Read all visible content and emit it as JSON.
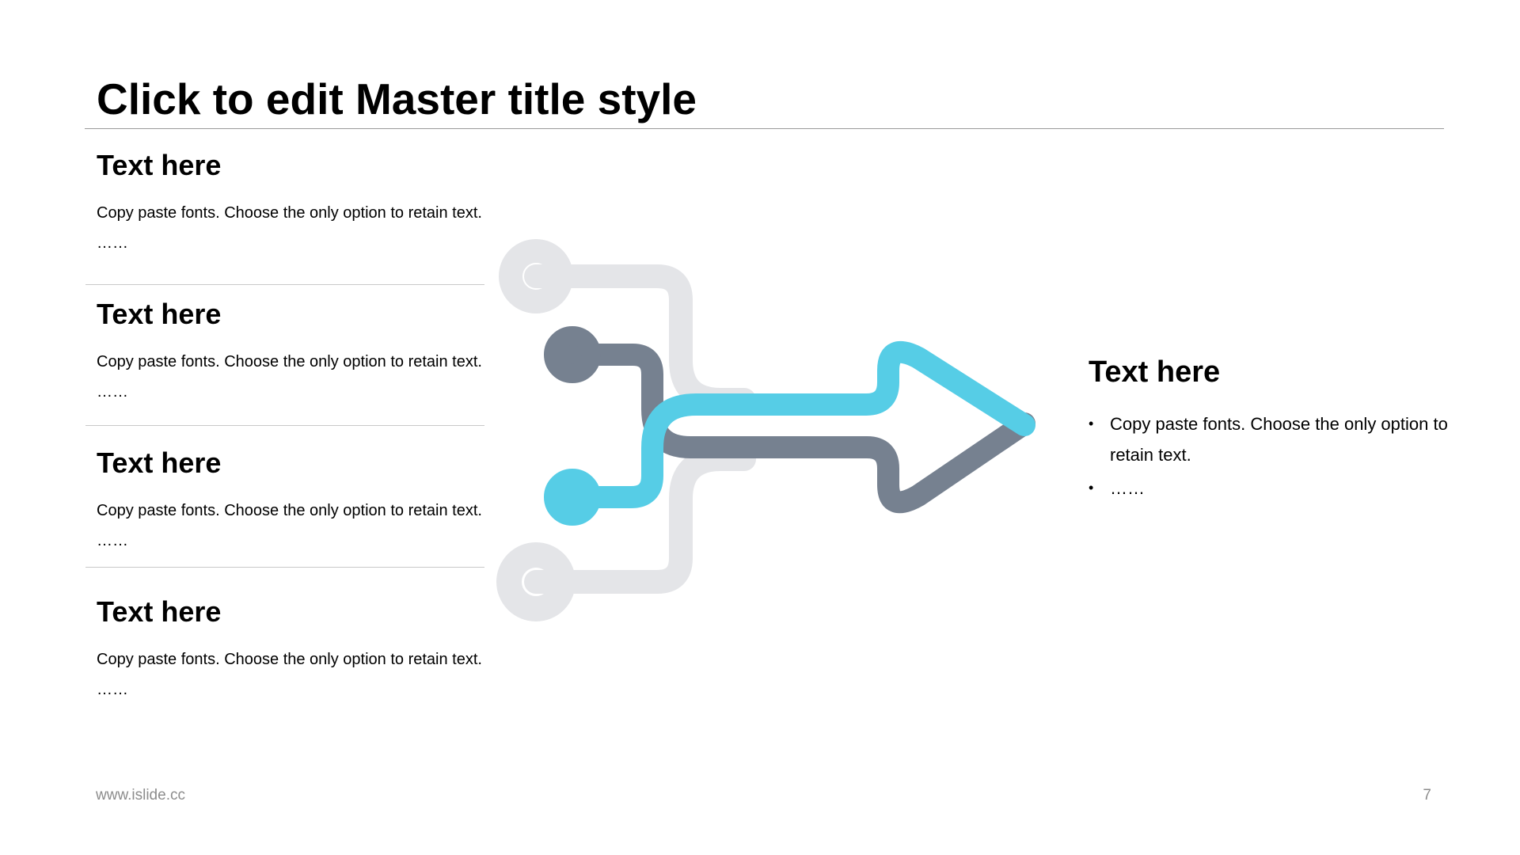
{
  "slide": {
    "title": "Click to edit Master title style"
  },
  "left_blocks": [
    {
      "heading": "Text here",
      "body": "Copy paste fonts. Choose the only option to retain text.",
      "ellipsis": "……"
    },
    {
      "heading": "Text here",
      "body": "Copy paste fonts. Choose the only option to retain text.",
      "ellipsis": "……"
    },
    {
      "heading": "Text here",
      "body": "Copy paste fonts. Choose the only option to retain text.",
      "ellipsis": "……"
    },
    {
      "heading": "Text here",
      "body": "Copy paste fonts. Choose the only option to retain text.",
      "ellipsis": "……"
    }
  ],
  "right_block": {
    "heading": "Text here",
    "bullet_glyph": "•",
    "bullets": [
      "Copy paste fonts. Choose the only option to retain text.",
      "……"
    ]
  },
  "graphic": {
    "colors": {
      "light_gray": "#e4e5e8",
      "dark_gray": "#768190",
      "cyan": "#56cde6"
    }
  },
  "footer": {
    "url": "www.islide.cc",
    "page_number": "7"
  }
}
